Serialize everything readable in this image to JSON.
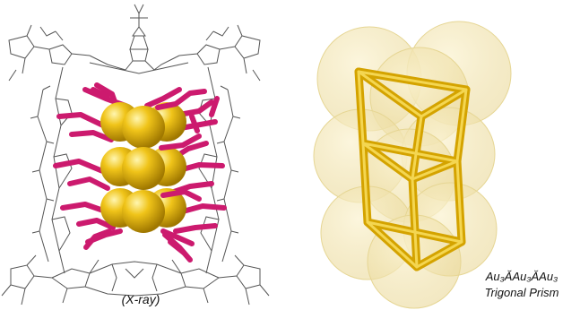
{
  "figure": {
    "left_panel": {
      "caption": "(X-ray)",
      "gold_atoms": 9,
      "colors": {
        "gold": "#e8b800",
        "ligand": "#cc1a6e",
        "cage": "#4a4a4a"
      }
    },
    "right_panel": {
      "formula": "Au₃ĂAu₃ĂAu₃",
      "shape_name": "Trigonal Prism",
      "colors": {
        "rods": "#d8a800",
        "spheres": "#f4e3a4"
      }
    }
  }
}
